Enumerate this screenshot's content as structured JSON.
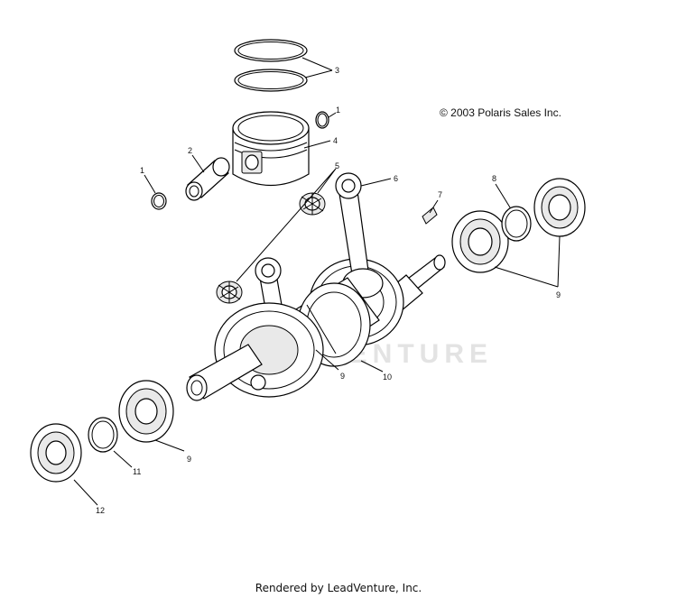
{
  "copyright": "© 2003 Polaris Sales Inc.",
  "footer": "Rendered by LeadVenture, Inc.",
  "watermark": "LEADVENTURE",
  "callouts": {
    "c1a": "1",
    "c1b": "1",
    "c2": "2",
    "c3": "3",
    "c4": "4",
    "c5": "5",
    "c6": "6",
    "c7": "7",
    "c8": "8",
    "c9a": "9",
    "c9b": "9",
    "c9c": "9",
    "c10": "10",
    "c11": "11",
    "c12": "12"
  },
  "colors": {
    "line": "#000000",
    "background": "#ffffff",
    "watermark": "#e3e3e3"
  }
}
